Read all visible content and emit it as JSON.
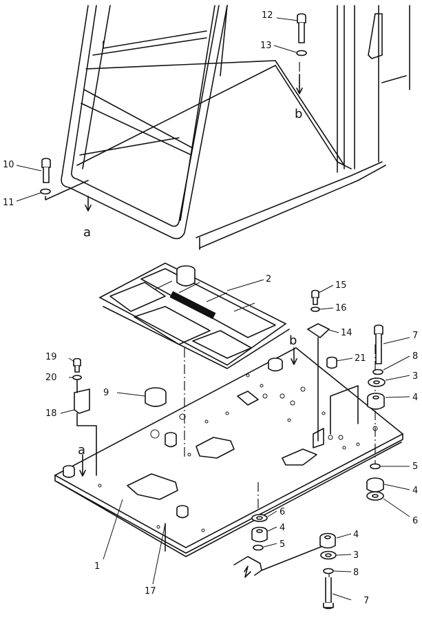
{
  "callouts": {
    "c1": "1",
    "c2": "2",
    "c3a": "3",
    "c3b": "3",
    "c4a": "4",
    "c4b": "4",
    "c4c": "4",
    "c4d": "4",
    "c5a": "5",
    "c5b": "5",
    "c6a": "6",
    "c6b": "6",
    "c7a": "7",
    "c7b": "7",
    "c8a": "8",
    "c8b": "8",
    "c9": "9",
    "c10": "10",
    "c11": "11",
    "c12": "12",
    "c13": "13",
    "c14": "14",
    "c15": "15",
    "c16": "16",
    "c17": "17",
    "c18": "18",
    "c19": "19",
    "c20": "20",
    "c21": "21"
  },
  "refs": {
    "a1": "a",
    "a2": "a",
    "b1": "b",
    "b2": "b"
  }
}
